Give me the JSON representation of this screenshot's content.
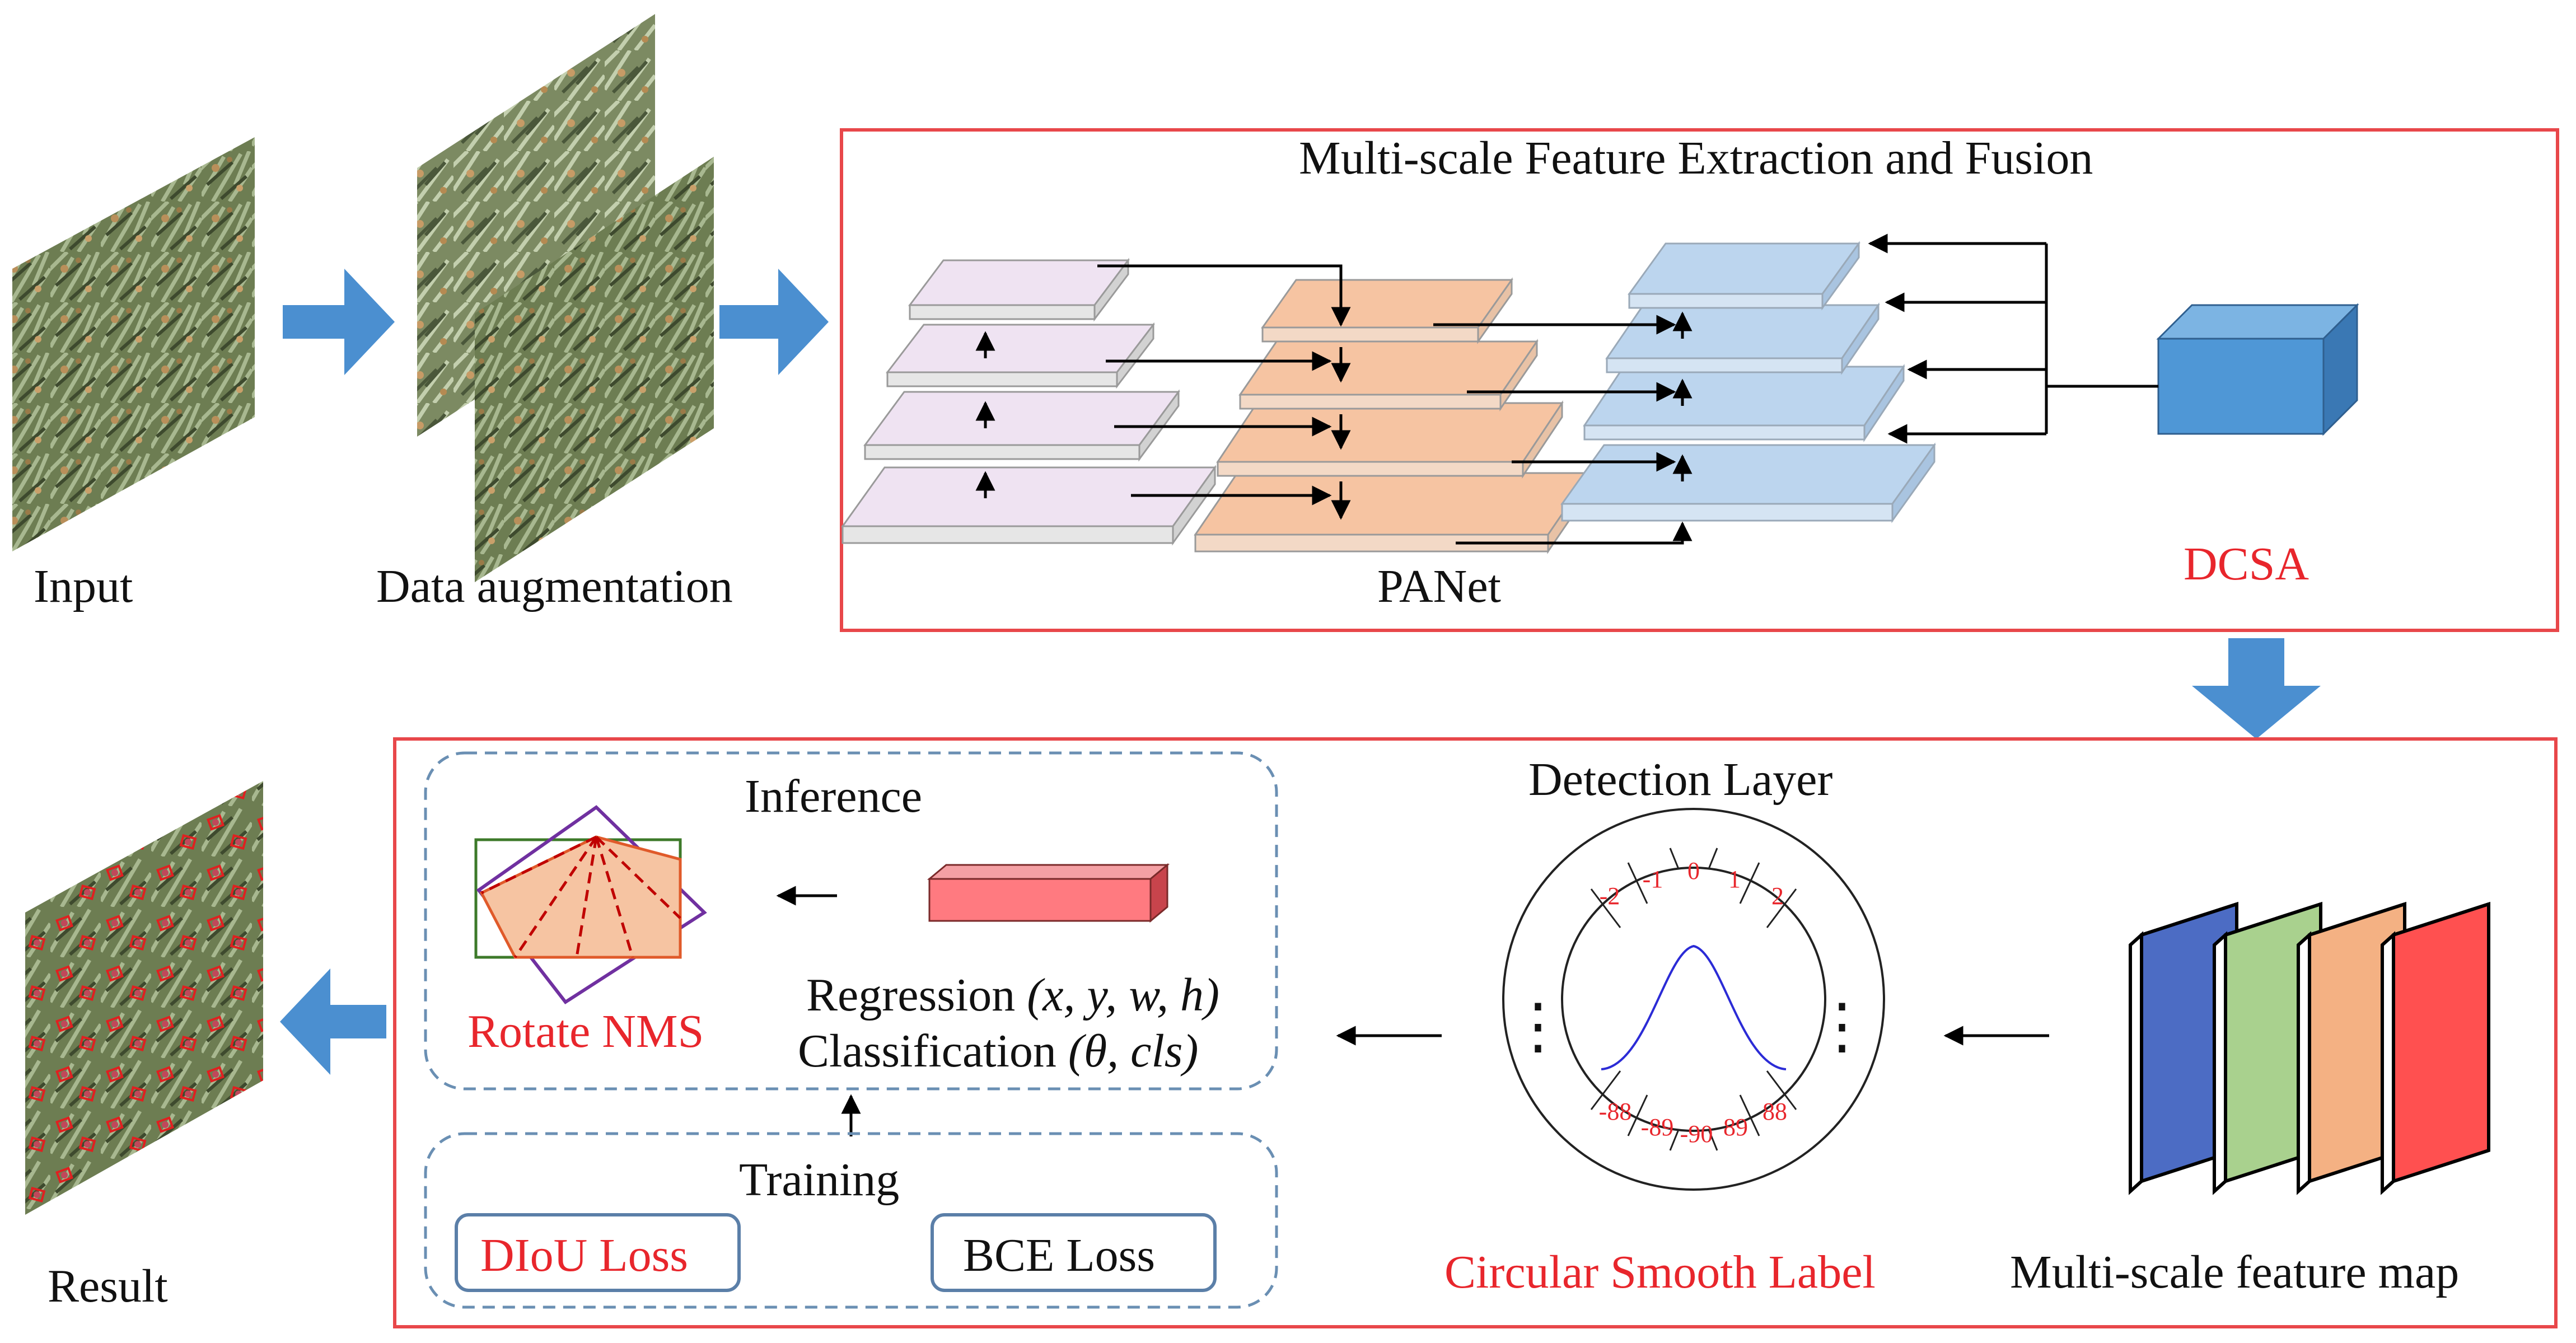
{
  "labels": {
    "input": "Input",
    "data_augmentation": "Data augmentation",
    "result": "Result",
    "multi_scale_title": "Multi-scale Feature Extraction and Fusion",
    "panet": "PANet",
    "dcsa": "DCSA",
    "detection_layer": "Detection Layer",
    "inference": "Inference",
    "training": "Training",
    "rotate_nms": "Rotate NMS",
    "regression_text": "Regression ",
    "regression_params": "(x, y, w, h)",
    "classification_text": "Classification ",
    "classification_params": "(θ, cls)",
    "diou_loss": "DIoU Loss",
    "bce_loss": "BCE Loss",
    "circular_smooth_label": "Circular Smooth Label",
    "multi_scale_feature_map": "Multi-scale feature map"
  },
  "csl": {
    "top_labels": [
      "-2",
      "-1",
      "0",
      "1",
      "2"
    ],
    "bottom_labels": [
      "-88",
      "-89",
      "-90",
      "89",
      "88"
    ],
    "ellipsis": "⋮"
  },
  "colors": {
    "frame_red": "#e8474a",
    "arrow_blue": "#4b8fd0",
    "dashed_blue": "#6a8fb3",
    "panet_purple": "#efe3f2",
    "panet_orange": "#f6c4a2",
    "panet_blue": "#bcd5ee",
    "dcsa_cube": "#4f97d6",
    "feature_blue": "#4c6cc4",
    "feature_green": "#a9d18e",
    "feature_orange": "#f4b183",
    "feature_red": "#ff5050",
    "red_text": "#e8262c",
    "gaussian_curve": "#2b2bd6"
  }
}
